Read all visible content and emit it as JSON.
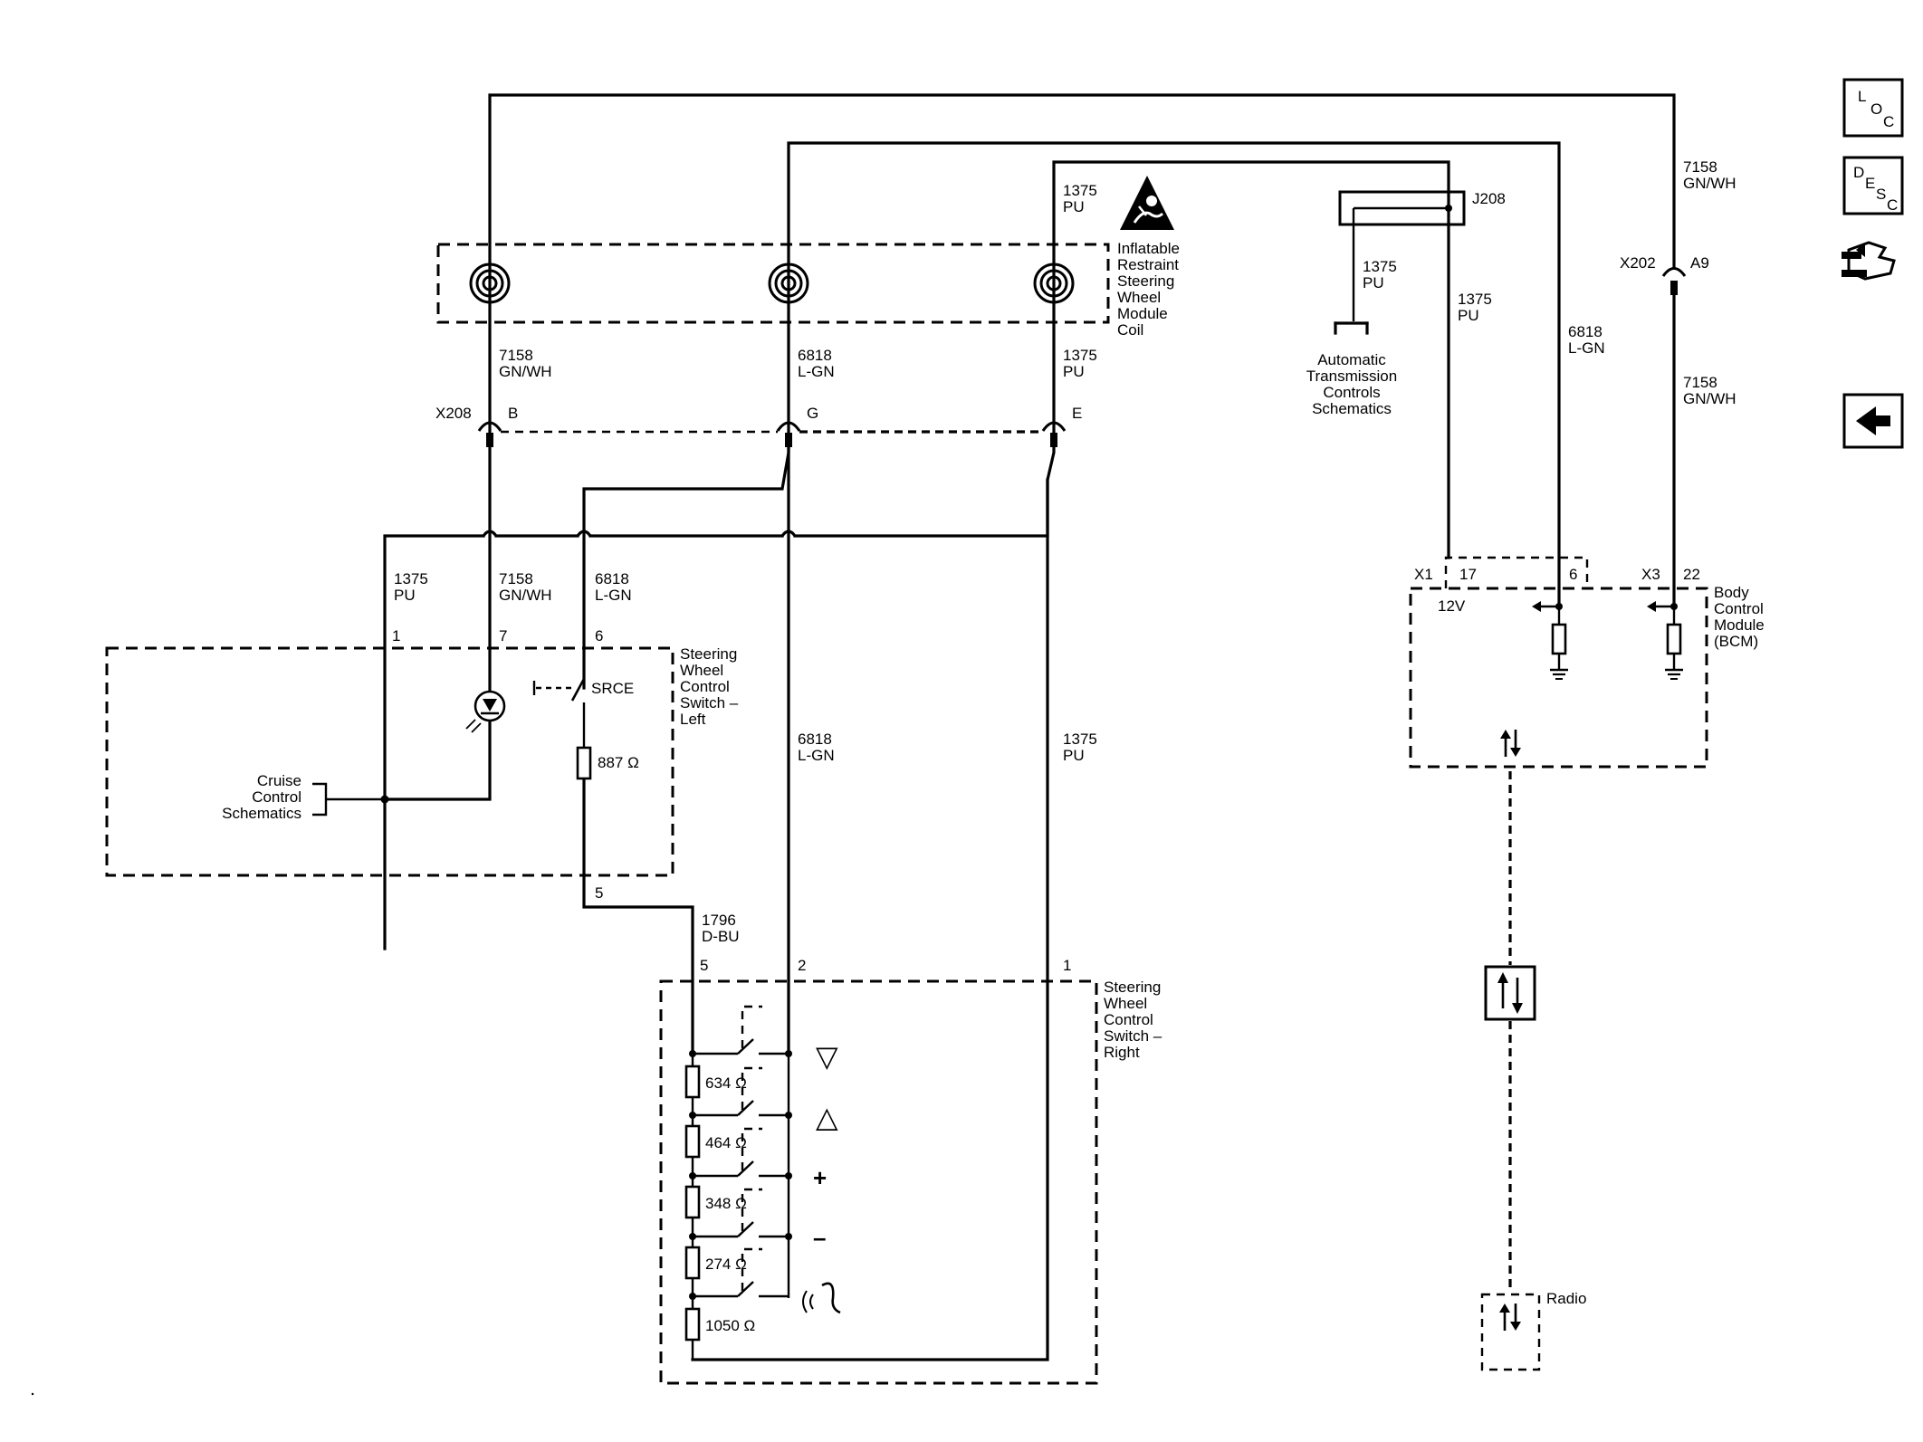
{
  "nav": {
    "loc": {
      "l": "L",
      "o": "O",
      "c": "C"
    },
    "desc": {
      "d": "D",
      "e": "E",
      "s": "S",
      "c": "C"
    },
    "connector_end_icon": "connector-end-view-icon",
    "back_icon": "back-arrow-icon"
  },
  "top_wires": {
    "w1375_top": [
      "1375",
      "PU"
    ],
    "w7158_right": [
      "7158",
      "GN/WH"
    ],
    "w1375_auto": [
      "1375",
      "PU"
    ],
    "w1375_j208": [
      "1375",
      "PU"
    ],
    "w6818_right": [
      "6818",
      "L-GN"
    ],
    "w7158_right_lower": [
      "7158",
      "GN/WH"
    ]
  },
  "airbag_coil": {
    "label": [
      "Inflatable",
      "Restraint",
      "Steering",
      "Wheel",
      "Module",
      "Coil"
    ]
  },
  "j208": {
    "label": "J208"
  },
  "x202": {
    "name": "X202",
    "pin": "A9"
  },
  "auto_trans": {
    "label": [
      "Automatic",
      "Transmission",
      "Controls",
      "Schematics"
    ]
  },
  "x208": {
    "name": "X208",
    "pins": [
      "B",
      "G",
      "E"
    ],
    "wires": [
      [
        "7158",
        "GN/WH"
      ],
      [
        "6818",
        "L-GN"
      ],
      [
        "1375",
        "PU"
      ]
    ]
  },
  "lower_wires": {
    "w1375": [
      "1375",
      "PU"
    ],
    "w7158": [
      "7158",
      "GN/WH"
    ],
    "w6818": [
      "6818",
      "L-GN"
    ],
    "w6818_mid": [
      "6818",
      "L-GN"
    ],
    "w1375_mid": [
      "1375",
      "PU"
    ],
    "w1796": [
      "1796",
      "D-BU"
    ]
  },
  "swc_left": {
    "label": [
      "Steering",
      "Wheel",
      "Control",
      "Switch –",
      "Left"
    ],
    "pins": [
      "1",
      "7",
      "6",
      "5"
    ],
    "srce": "SRCE",
    "resistor": "887 Ω",
    "cruise": [
      "Cruise",
      "Control",
      "Schematics"
    ]
  },
  "swc_right": {
    "label": [
      "Steering",
      "Wheel",
      "Control",
      "Switch –",
      "Right"
    ],
    "pins": [
      "5",
      "2",
      "1"
    ],
    "resistors": [
      "634 Ω",
      "464 Ω",
      "348 Ω",
      "274 Ω",
      "1050 Ω"
    ],
    "switch_symbols": [
      "▽",
      "△",
      "+",
      "–"
    ],
    "voice_icon": "voice-recognition-icon"
  },
  "bcm": {
    "label": [
      "Body",
      "Control",
      "Module",
      "(BCM)"
    ],
    "x1": "X1",
    "x1_pins": [
      "17",
      "6"
    ],
    "x3": "X3",
    "x3_pin": "22",
    "supply": "12V"
  },
  "radio": {
    "label": "Radio"
  }
}
